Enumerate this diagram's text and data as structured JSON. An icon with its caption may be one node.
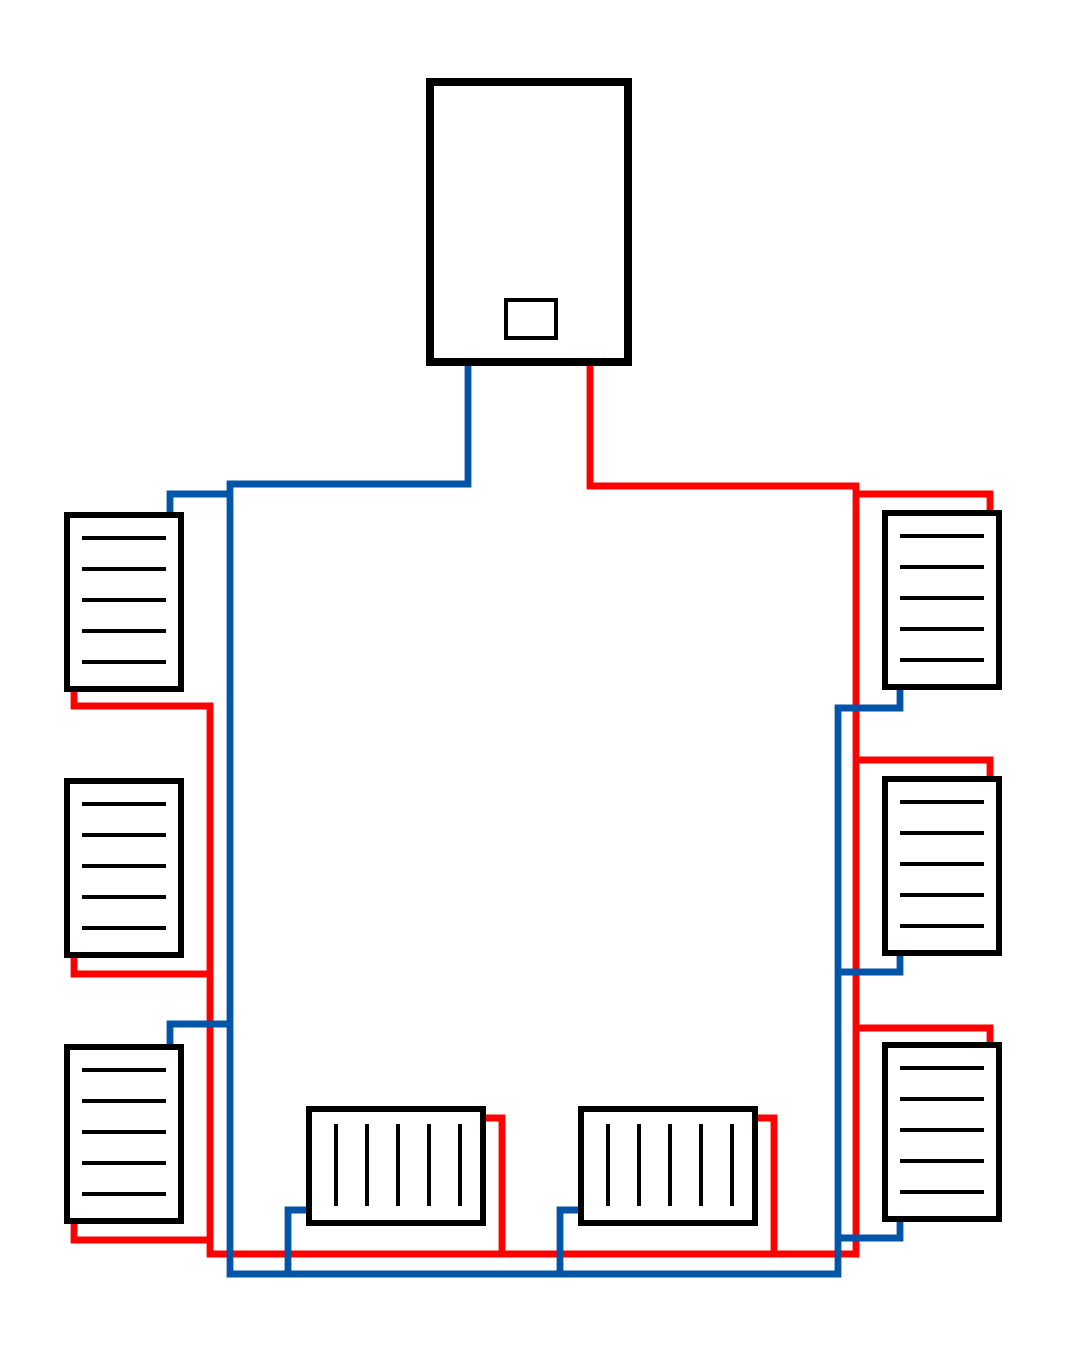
{
  "diagram": {
    "nodes": [
      {
        "text": [],
        "shape": "box"
      },
      {
        "text": [],
        "shape": "box"
      },
      {
        "text": [],
        "shape": "box"
      },
      {
        "text": [],
        "shape": "box"
      },
      {
        "text": [],
        "shape": "box"
      },
      {
        "text": [],
        "shape": "box"
      },
      {
        "text": [],
        "shape": "box"
      },
      {
        "text": [],
        "shape": "box"
      },
      {
        "text": [],
        "shape": "box"
      }
    ],
    "edges": [
      {
        "from": 0,
        "to": 1,
        "arrow": "none",
        "color": "#ff0000"
      },
      {
        "from": 0,
        "to": 2,
        "arrow": "none",
        "color": "#ff0000"
      },
      {
        "from": 0,
        "to": 3,
        "arrow": "none",
        "color": "#ff0000"
      },
      {
        "from": 0,
        "to": 4,
        "arrow": "none",
        "color": "#ff0000"
      },
      {
        "from": 0,
        "to": 5,
        "arrow": "none",
        "color": "#ff0000"
      },
      {
        "from": 0,
        "to": 6,
        "arrow": "none",
        "color": "#ff0000"
      },
      {
        "from": 0,
        "to": 7,
        "arrow": "none",
        "color": "#ff0000"
      },
      {
        "from": 0,
        "to": 8,
        "arrow": "none",
        "color": "#ff0000"
      },
      {
        "from": 1,
        "to": 0,
        "arrow": "none",
        "color": "#0055a8"
      },
      {
        "from": 2,
        "to": 0,
        "arrow": "none",
        "color": "#0055a8"
      },
      {
        "from": 4,
        "to": 0,
        "arrow": "none",
        "color": "#0055a8"
      },
      {
        "from": 5,
        "to": 0,
        "arrow": "none",
        "color": "#0055a8"
      },
      {
        "from": 6,
        "to": 0,
        "arrow": "none",
        "color": "#0055a8"
      },
      {
        "from": 7,
        "to": 0,
        "arrow": "none",
        "color": "#0055a8"
      },
      {
        "from": 8,
        "to": 0,
        "arrow": "none",
        "color": "#0055a8"
      }
    ]
  }
}
